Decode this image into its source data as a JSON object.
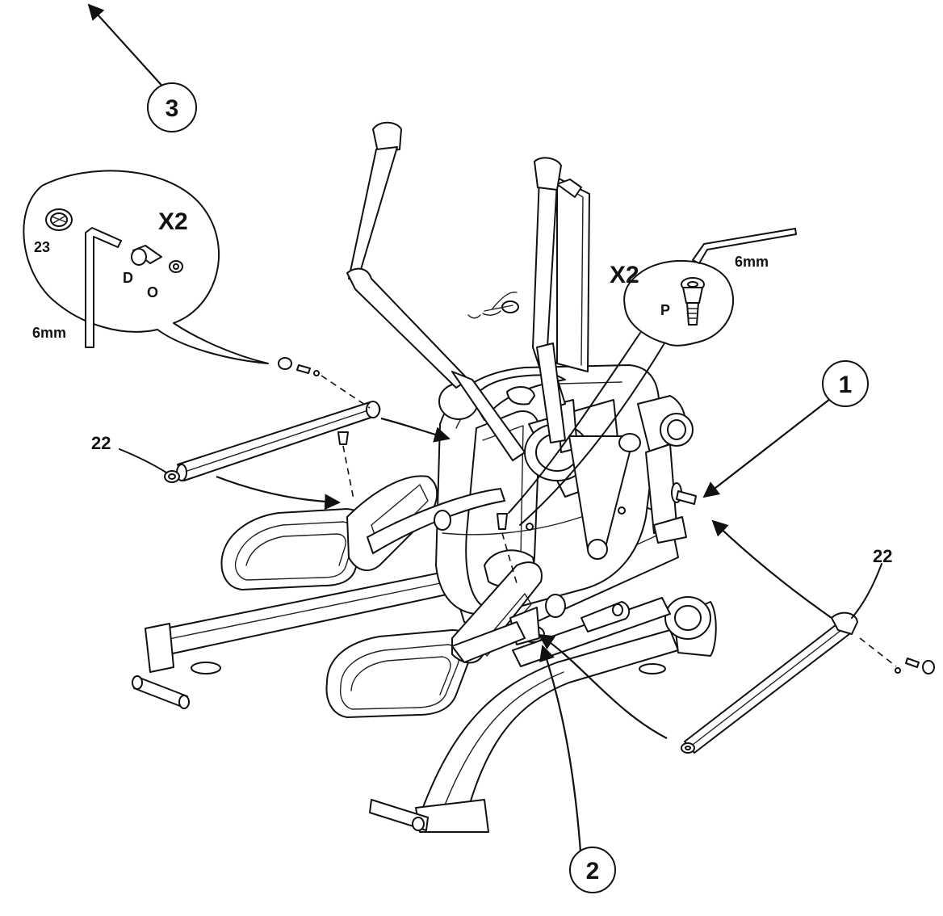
{
  "step_callouts": [
    {
      "id": "step-1",
      "label": "1"
    },
    {
      "id": "step-2",
      "label": "2"
    },
    {
      "id": "step-3",
      "label": "3"
    }
  ],
  "part_labels": {
    "left_arm_part": "22",
    "right_arm_part": "22",
    "cap_part": "23",
    "bolt_part": "D",
    "washer_part": "O",
    "pivot_bolt_part": "P"
  },
  "detail_left": {
    "quantity": "X2",
    "tool": "6mm"
  },
  "detail_right": {
    "quantity": "X2",
    "tool": "6mm"
  },
  "icons": {
    "allen_key": "allen-key-icon",
    "bolt": "bolt-icon",
    "washer": "washer-icon",
    "end_cap": "end-cap-icon"
  }
}
